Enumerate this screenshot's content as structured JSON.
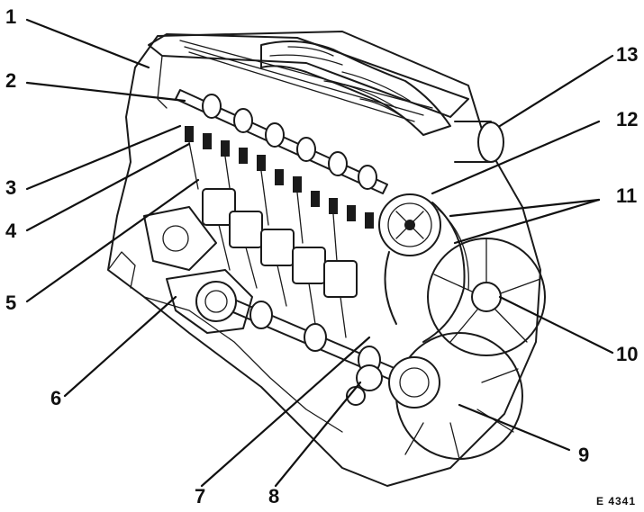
{
  "diagram": {
    "callouts": [
      {
        "id": "1",
        "label": "1"
      },
      {
        "id": "2",
        "label": "2"
      },
      {
        "id": "3",
        "label": "3"
      },
      {
        "id": "4",
        "label": "4"
      },
      {
        "id": "5",
        "label": "5"
      },
      {
        "id": "6",
        "label": "6"
      },
      {
        "id": "7",
        "label": "7"
      },
      {
        "id": "8",
        "label": "8"
      },
      {
        "id": "9",
        "label": "9"
      },
      {
        "id": "10",
        "label": "10"
      },
      {
        "id": "11",
        "label": "11"
      },
      {
        "id": "12",
        "label": "12"
      },
      {
        "id": "13",
        "label": "13"
      }
    ],
    "figure_ref": "E 4341"
  }
}
